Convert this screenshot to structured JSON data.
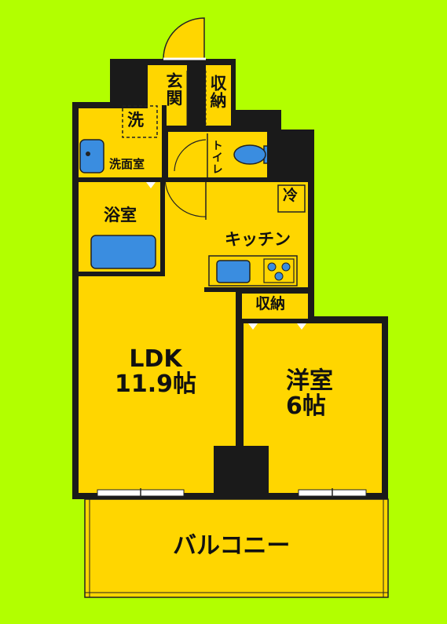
{
  "colors": {
    "background": "#b2ff00",
    "floor": "#ffd600",
    "wall": "#1a1a1a",
    "fixture": "#3a8de0",
    "balcony": "#ffd600"
  },
  "rooms": {
    "ldk": {
      "name": "LDK",
      "size": "11.9帖"
    },
    "western": {
      "name": "洋室",
      "size": "6帖"
    },
    "kitchen": "キッチン",
    "bath": "浴室",
    "washroom": "洗面室",
    "entrance": "玄関",
    "storage_entrance": "収納",
    "toilet": "トイレ",
    "storage_bedroom": "収納",
    "balcony": "バルコニー"
  },
  "fixtures": {
    "washer": "洗",
    "fridge": "冷"
  },
  "icons": [
    "door-swing-icon",
    "sink-icon",
    "stove-icon",
    "toilet-icon",
    "bathtub-icon",
    "window-icon"
  ]
}
